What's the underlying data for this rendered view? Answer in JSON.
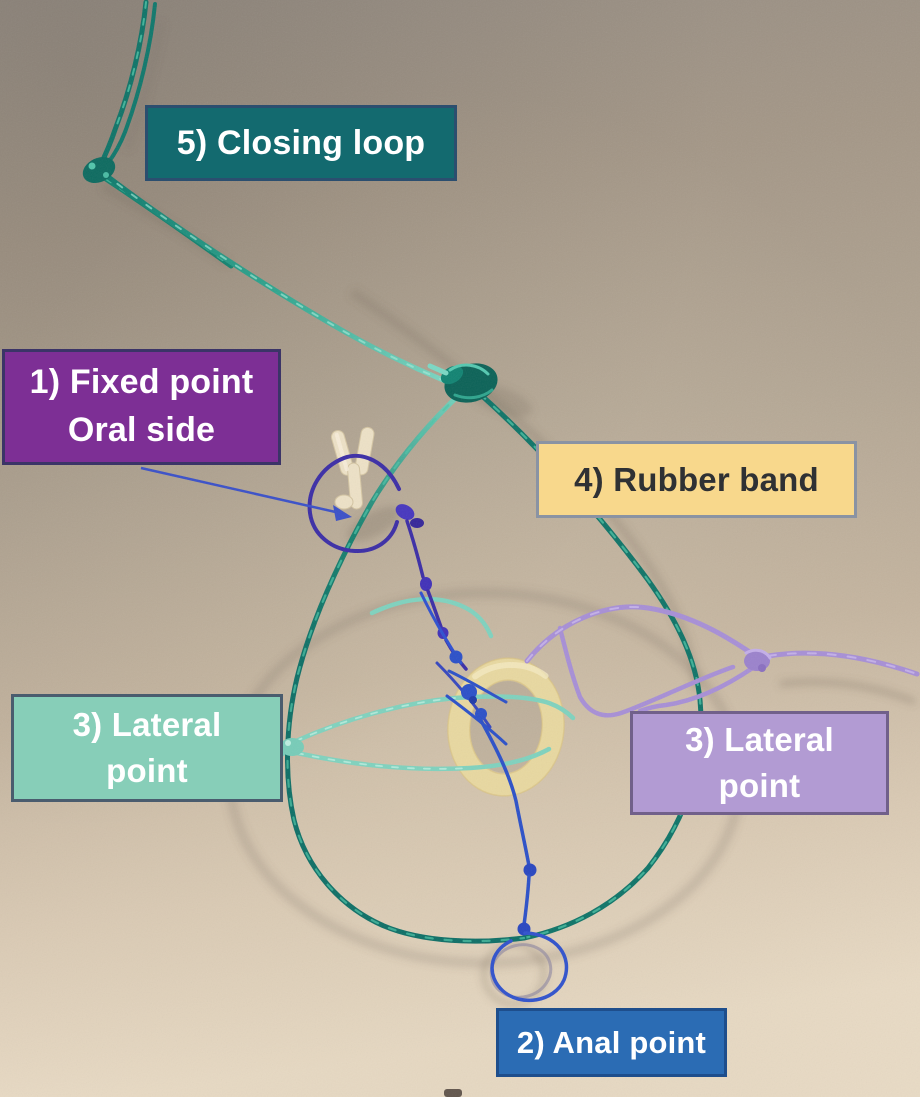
{
  "labels": {
    "closing_loop": {
      "text": "5) Closing loop",
      "bg": "#136A6F",
      "border": "#2B4E6F",
      "text_color": "#FFFFFF"
    },
    "fixed_point": {
      "line1": "1) Fixed point",
      "line2": "Oral side",
      "bg": "#7D2F95",
      "border": "#3B3467",
      "text_color": "#FFFFFF"
    },
    "rubber_band": {
      "text": "4) Rubber band",
      "bg": "#F8D88C",
      "border": "#8A93A3",
      "text_color": "#2F3134"
    },
    "lateral_left": {
      "line1": "3) Lateral",
      "line2": "point",
      "bg": "#87CEB8",
      "border": "#4A5C6E",
      "text_color": "#FFFFFF"
    },
    "lateral_right": {
      "line1": "3) Lateral",
      "line2": "point",
      "bg": "#B29BD3",
      "border": "#71608A",
      "text_color": "#FFFFFF"
    },
    "anal_point": {
      "text": "2) Anal point",
      "bg": "#2B6CB4",
      "border": "#1E4E8C",
      "text_color": "#FFFFFF"
    }
  },
  "photo": {
    "colors": {
      "closing_suture": "#0F7468",
      "closing_suture_light": "#4FC4A6",
      "lateral_left_suture": "#7FD2BE",
      "lateral_right_suture": "#A78FD6",
      "anal_suture": "#2B50C8",
      "fixed_suture": "#3B2DA6",
      "rubber_band": "#E8D8A0",
      "marker_object": "#EDE1C6",
      "pointer_line": "#3A50C8",
      "background_top": "#968D83",
      "background_bottom": "#E9DBC5"
    }
  }
}
